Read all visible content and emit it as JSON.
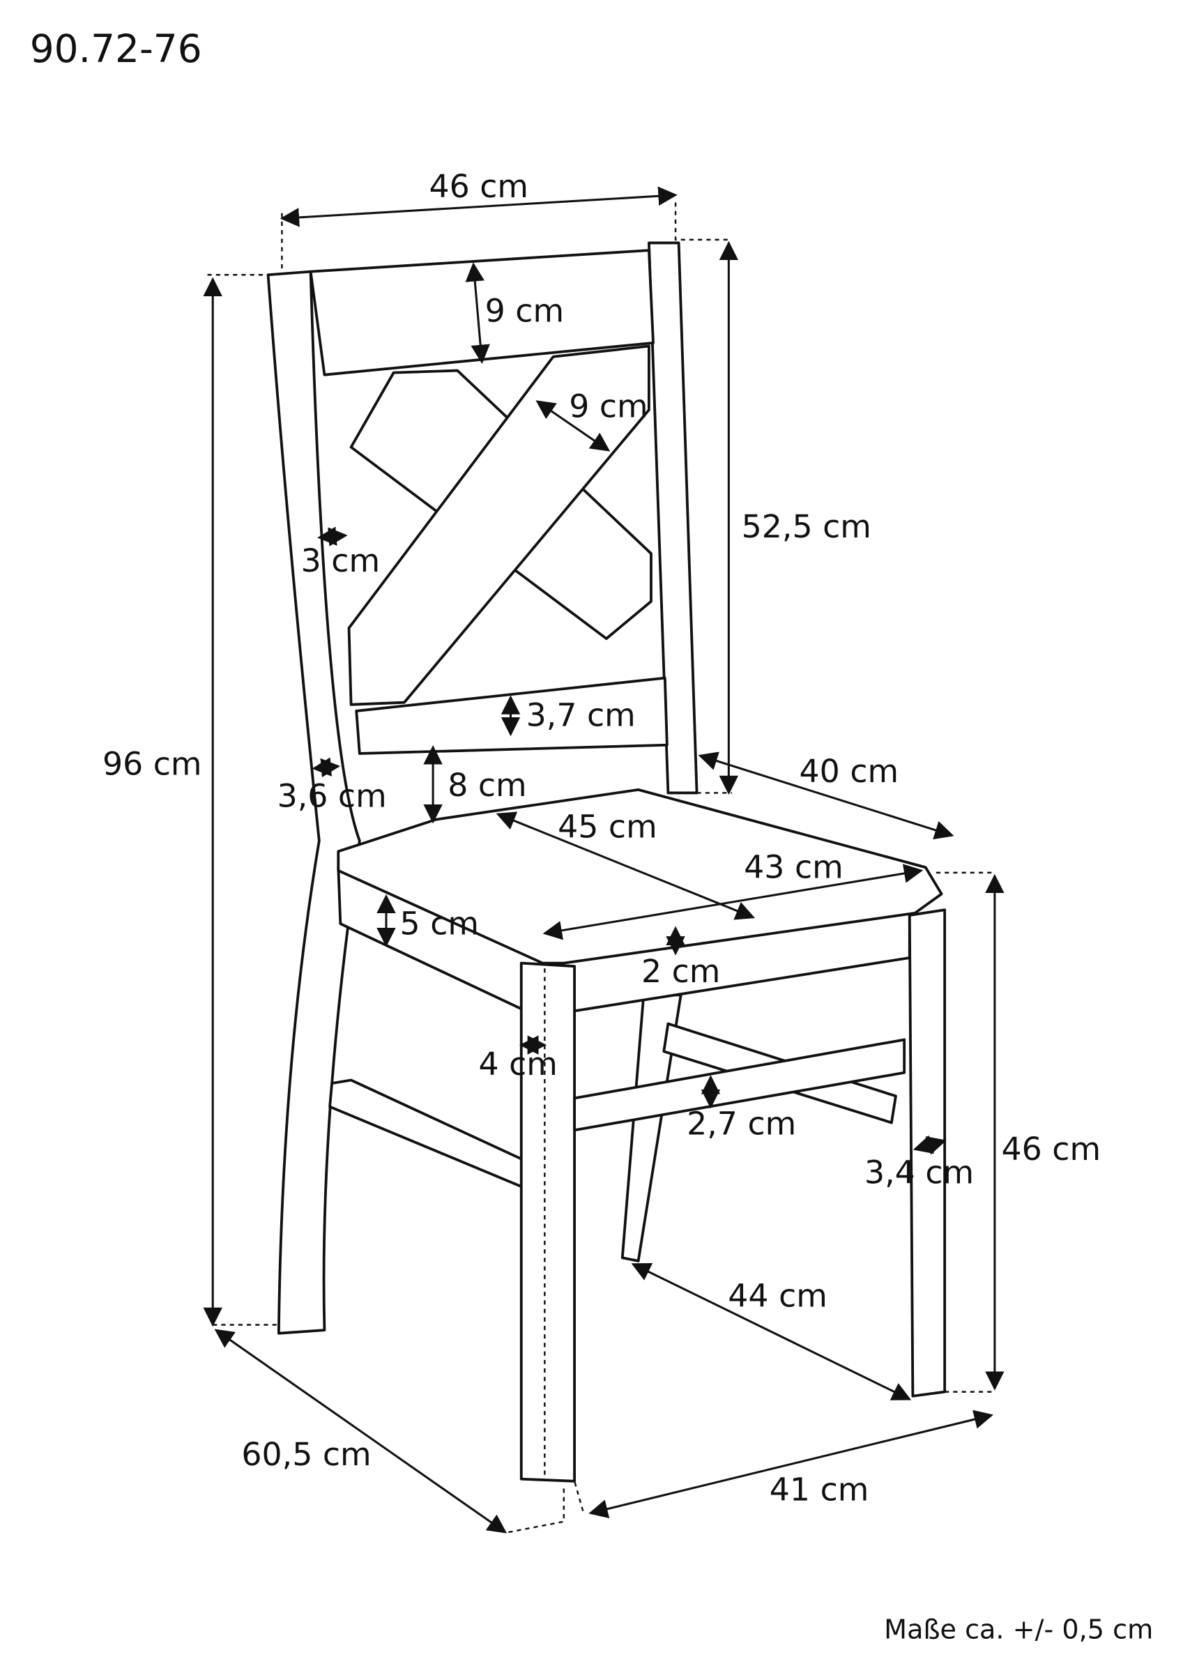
{
  "title": "90.72-76",
  "note": "Maße ca. +/- 0,5 cm",
  "dimensions": {
    "top_width": "46 cm",
    "top_rail_height": "9 cm",
    "cross_width": "9 cm",
    "backrest_height": "52,5 cm",
    "post_width_top": "3 cm",
    "lower_rail_height": "3,7 cm",
    "total_height": "96 cm",
    "seat_depth_side": "40 cm",
    "post_width": "3,6 cm",
    "gap_height": "8 cm",
    "seat_diagonal": "45 cm",
    "seat_width": "43 cm",
    "apron_height": "5 cm",
    "seat_thickness": "2 cm",
    "front_leg_width": "4 cm",
    "stretcher_height": "2,7 cm",
    "seat_height": "46 cm",
    "rear_leg_width": "3,4 cm",
    "side_leg_span": "44 cm",
    "total_depth": "60,5 cm",
    "front_width": "41 cm"
  }
}
